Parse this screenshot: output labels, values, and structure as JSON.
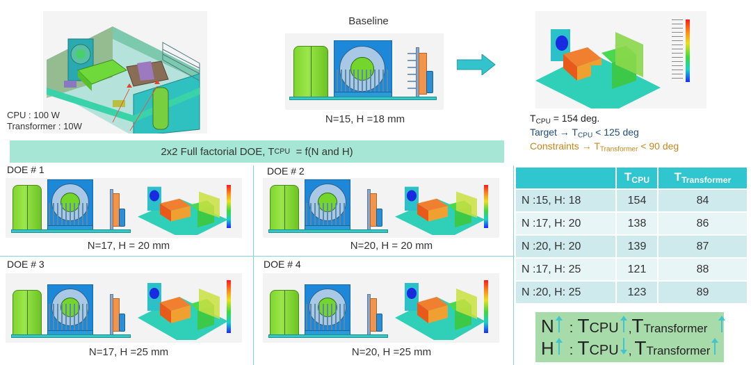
{
  "enclosure": {
    "cpu_label": "CPU : 100 W",
    "transformer_label": "Transformer : 10W"
  },
  "baseline": {
    "title": "Baseline",
    "caption": "N=15, H =18 mm"
  },
  "results": {
    "tcpu_prefix": "T",
    "tcpu_sub": "CPU",
    "tcpu_value": "= 154 deg.",
    "target_prefix": "Target → T",
    "target_sub": "CPU",
    "target_value": "< 125 deg",
    "constraint_prefix": "Constraints → T",
    "constraint_sub": "Transformer",
    "constraint_value": "< 90 deg",
    "target_color": "#1f4e79",
    "constraint_color": "#c8861a"
  },
  "doe_banner": {
    "prefix": "2x2 Full  factorial DOE, T",
    "sub": "CPU",
    "suffix": "  = f(N and H)"
  },
  "doe": [
    {
      "label": "DOE # 1",
      "caption": "N=17, H = 20 mm"
    },
    {
      "label": "DOE # 2",
      "caption": "N=20, H = 20 mm"
    },
    {
      "label": "DOE # 3",
      "caption": "N=17, H =25 mm"
    },
    {
      "label": "DOE # 4",
      "caption": "N=20, H =25 mm"
    }
  ],
  "table": {
    "headers": [
      {
        "main": "",
        "sub": ""
      },
      {
        "main": "T",
        "sub": "CPU"
      },
      {
        "main": "T",
        "sub": "Transformer"
      }
    ],
    "rows": [
      [
        "N :15, H: 18",
        "154",
        "84"
      ],
      [
        "N :17, H: 20",
        "138",
        "86"
      ],
      [
        "N :20, H: 20",
        "139",
        "87"
      ],
      [
        "N :17, H: 25",
        "121",
        "88"
      ],
      [
        "N :20, H: 25",
        "123",
        "89"
      ]
    ]
  },
  "summary": {
    "row1": {
      "var": "N",
      "colon": ":",
      "t": "T",
      "cpu": "CPU",
      "comma": ",",
      "t2": "T",
      "trans": "Transformer",
      "cpu_dir": "up",
      "trans_dir": "up"
    },
    "row2": {
      "var": "H",
      "colon": ":",
      "t": "T",
      "cpu": "CPU",
      "comma": ",",
      "t2": "T",
      "trans": "Transformer",
      "cpu_dir": "down",
      "trans_dir": "up"
    }
  },
  "colors": {
    "accent": "#2fc6d0",
    "banner": "#a6e6d4",
    "summary_bg": "#a7dcaa"
  }
}
